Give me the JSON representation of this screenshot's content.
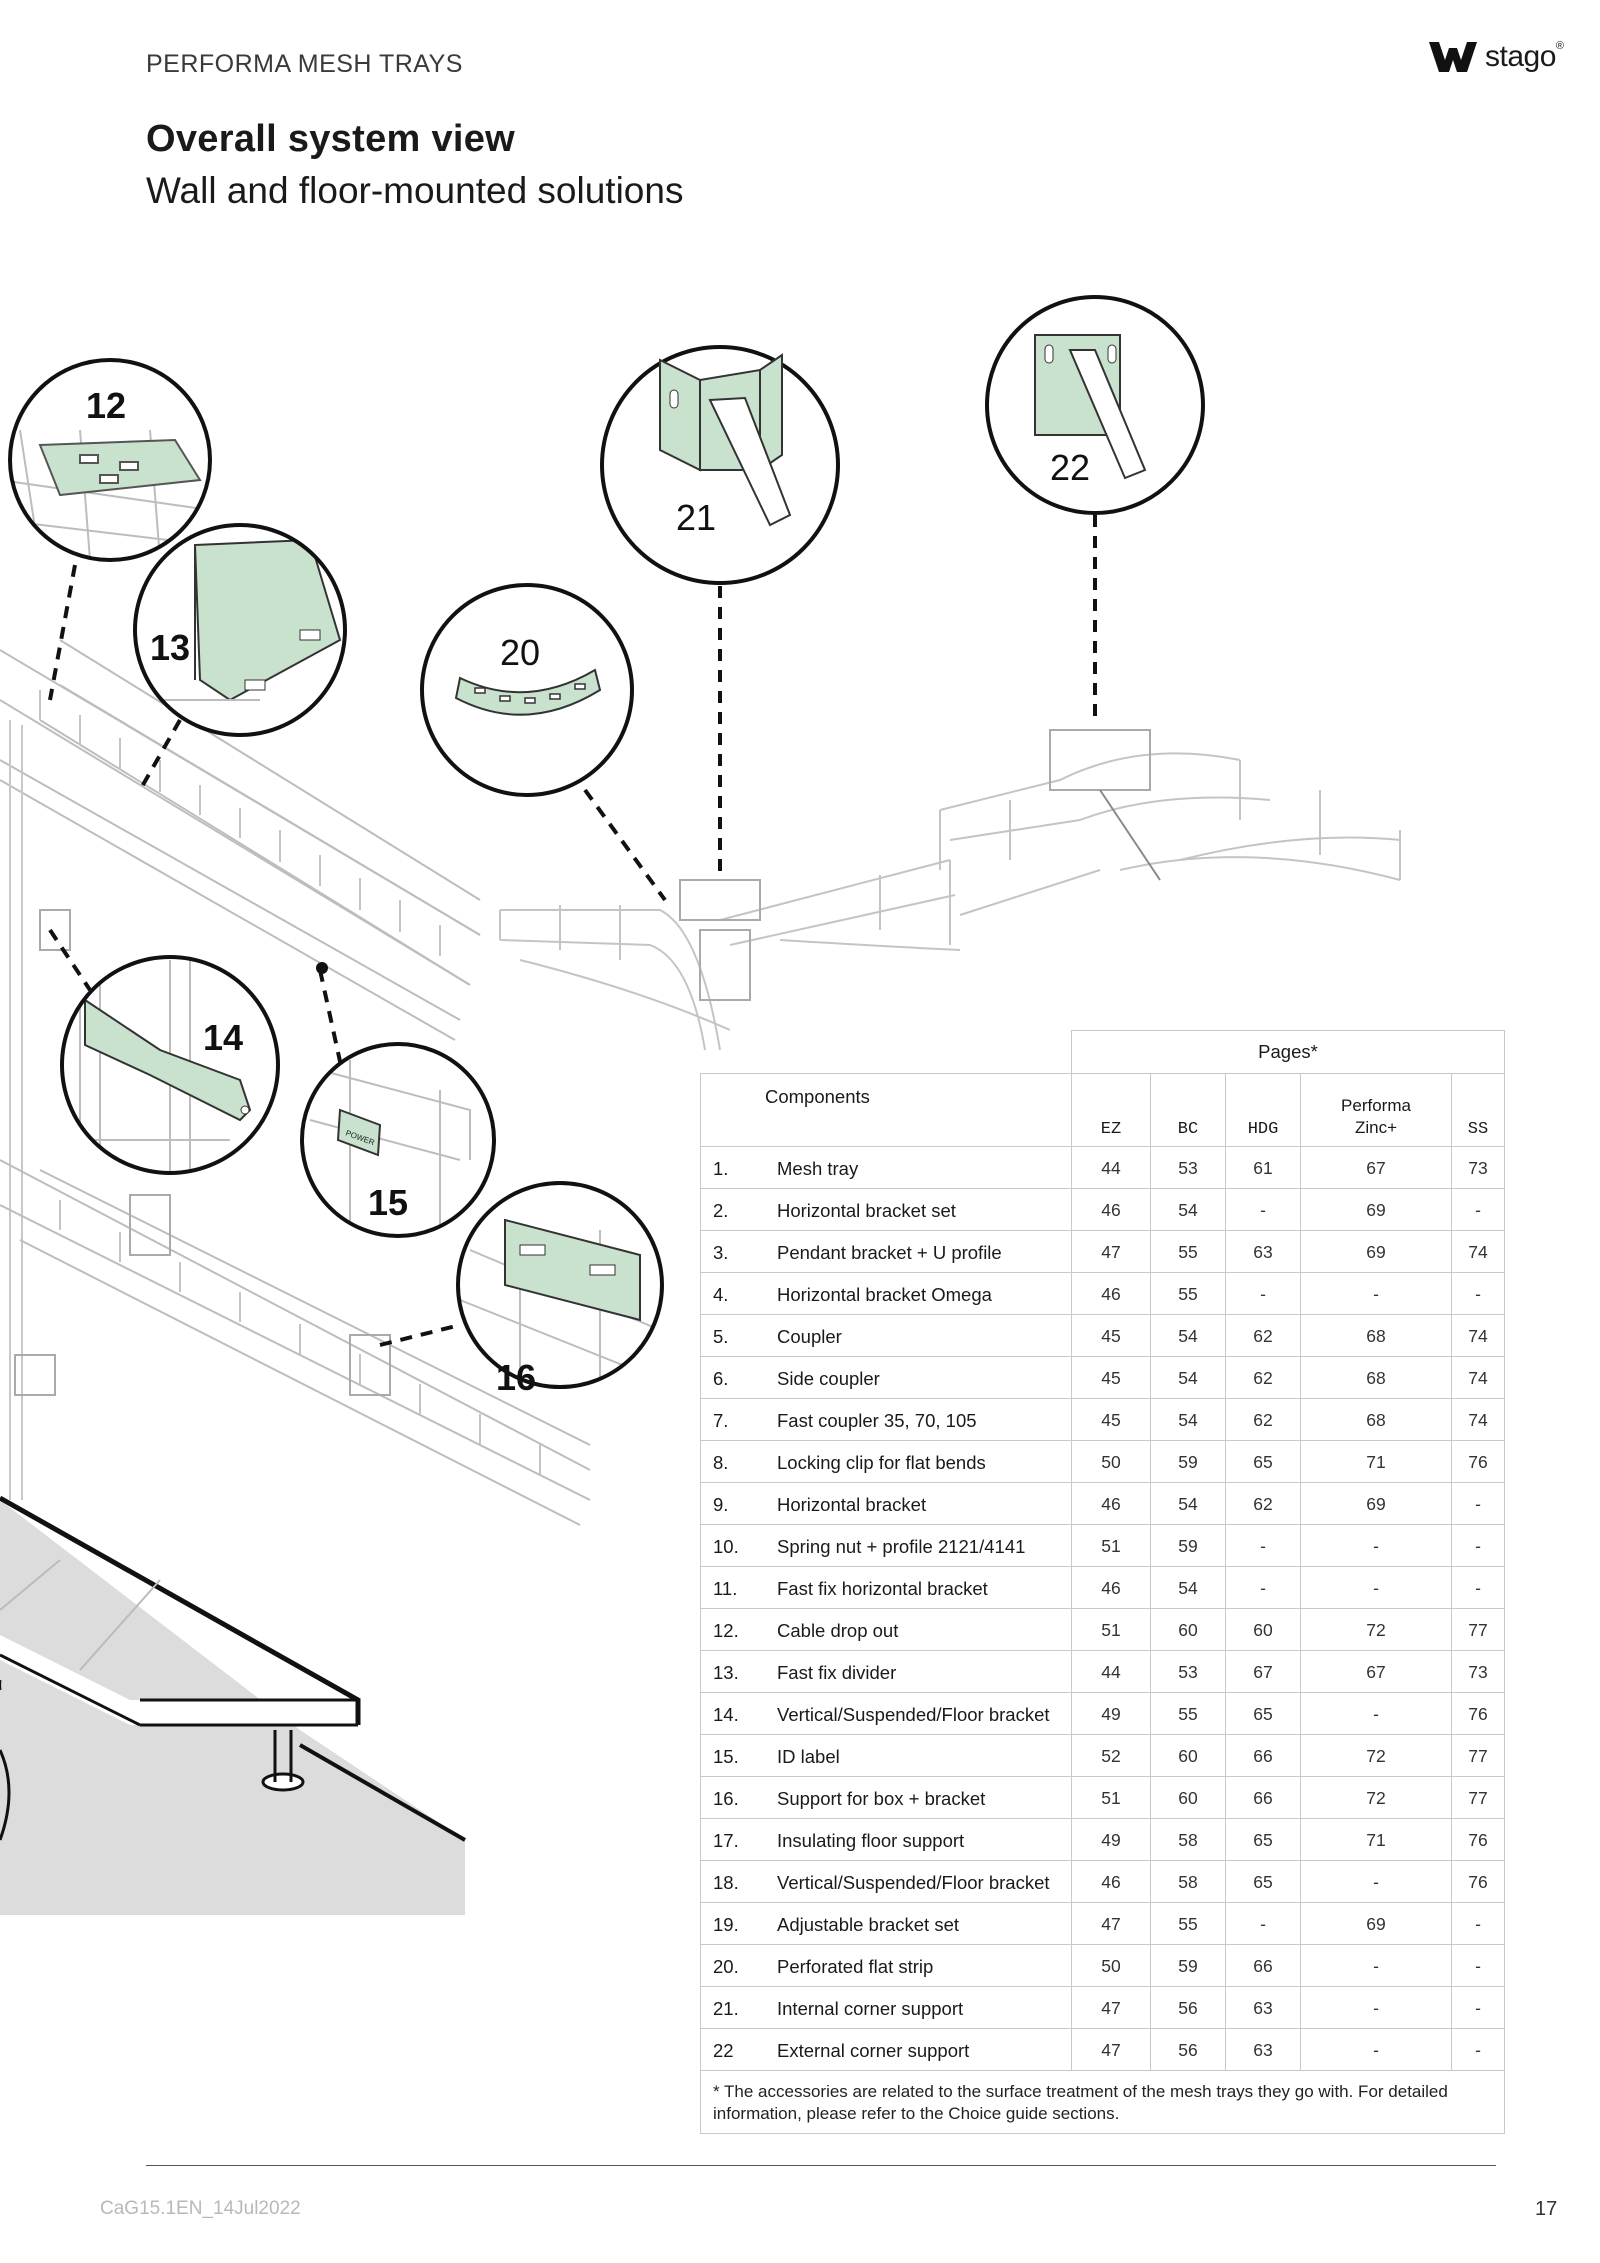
{
  "header": {
    "section": "PERFORMA MESH TRAYS",
    "brand": "stago",
    "brand_mark": "®"
  },
  "title": "Overall system view",
  "subtitle": "Wall and floor-mounted solutions",
  "callouts": [
    "12",
    "13",
    "14",
    "15",
    "16",
    "20",
    "21",
    "22"
  ],
  "tag_text": "POWER",
  "colors": {
    "accent_green": "#c8e2cd",
    "line": "#1a1a1a",
    "wire": "#bdbdbd",
    "floor": "#dcdcdc"
  },
  "table": {
    "pages_header": "Pages*",
    "components_header": "Components",
    "columns": [
      "EZ",
      "BC",
      "HDG",
      "Performa Zinc+",
      "SS"
    ],
    "rows": [
      {
        "n": "1.",
        "name": "Mesh tray",
        "v": [
          "44",
          "53",
          "61",
          "67",
          "73"
        ]
      },
      {
        "n": "2.",
        "name": "Horizontal bracket set",
        "v": [
          "46",
          "54",
          "-",
          "69",
          "-"
        ]
      },
      {
        "n": "3.",
        "name": "Pendant bracket + U profile",
        "v": [
          "47",
          "55",
          "63",
          "69",
          "74"
        ]
      },
      {
        "n": "4.",
        "name": "Horizontal bracket Omega",
        "v": [
          "46",
          "55",
          "-",
          "-",
          "-"
        ]
      },
      {
        "n": "5.",
        "name": "Coupler",
        "v": [
          "45",
          "54",
          "62",
          "68",
          "74"
        ]
      },
      {
        "n": "6.",
        "name": "Side coupler",
        "v": [
          "45",
          "54",
          "62",
          "68",
          "74"
        ]
      },
      {
        "n": "7.",
        "name": "Fast coupler 35, 70, 105",
        "v": [
          "45",
          "54",
          "62",
          "68",
          "74"
        ]
      },
      {
        "n": "8.",
        "name": "Locking clip for flat bends",
        "v": [
          "50",
          "59",
          "65",
          "71",
          "76"
        ]
      },
      {
        "n": "9.",
        "name": "Horizontal bracket",
        "v": [
          "46",
          "54",
          "62",
          "69",
          "-"
        ]
      },
      {
        "n": "10.",
        "name": "Spring nut + profile 2121/4141",
        "v": [
          "51",
          "59",
          "-",
          "-",
          "-"
        ]
      },
      {
        "n": "11.",
        "name": "Fast fix horizontal bracket",
        "v": [
          "46",
          "54",
          "-",
          "-",
          "-"
        ]
      },
      {
        "n": "12.",
        "name": "Cable drop out",
        "v": [
          "51",
          "60",
          "60",
          "72",
          "77"
        ]
      },
      {
        "n": "13.",
        "name": "Fast fix divider",
        "v": [
          "44",
          "53",
          "67",
          "67",
          "73"
        ]
      },
      {
        "n": "14.",
        "name": "Vertical/Suspended/Floor bracket",
        "v": [
          "49",
          "55",
          "65",
          "-",
          "76"
        ]
      },
      {
        "n": "15.",
        "name": "ID label",
        "v": [
          "52",
          "60",
          "66",
          "72",
          "77"
        ]
      },
      {
        "n": "16.",
        "name": "Support for box + bracket",
        "v": [
          "51",
          "60",
          "66",
          "72",
          "77"
        ]
      },
      {
        "n": "17.",
        "name": "Insulating floor support",
        "v": [
          "49",
          "58",
          "65",
          "71",
          "76"
        ]
      },
      {
        "n": "18.",
        "name": "Vertical/Suspended/Floor bracket",
        "v": [
          "46",
          "58",
          "65",
          "-",
          "76"
        ]
      },
      {
        "n": "19.",
        "name": "Adjustable bracket set",
        "v": [
          "47",
          "55",
          "-",
          "69",
          "-"
        ]
      },
      {
        "n": "20.",
        "name": "Perforated flat strip",
        "v": [
          "50",
          "59",
          "66",
          "-",
          "-"
        ]
      },
      {
        "n": "21.",
        "name": "Internal corner support",
        "v": [
          "47",
          "56",
          "63",
          "-",
          "-"
        ]
      },
      {
        "n": "22",
        "name": "External corner support",
        "v": [
          "47",
          "56",
          "63",
          "-",
          "-"
        ]
      }
    ],
    "note": "* The accessories are related to the surface treatment of the mesh trays they go with. For detailed information, please refer to the Choice guide sections."
  },
  "footer": {
    "code": "CaG15.1EN_14Jul2022",
    "page": "17"
  }
}
